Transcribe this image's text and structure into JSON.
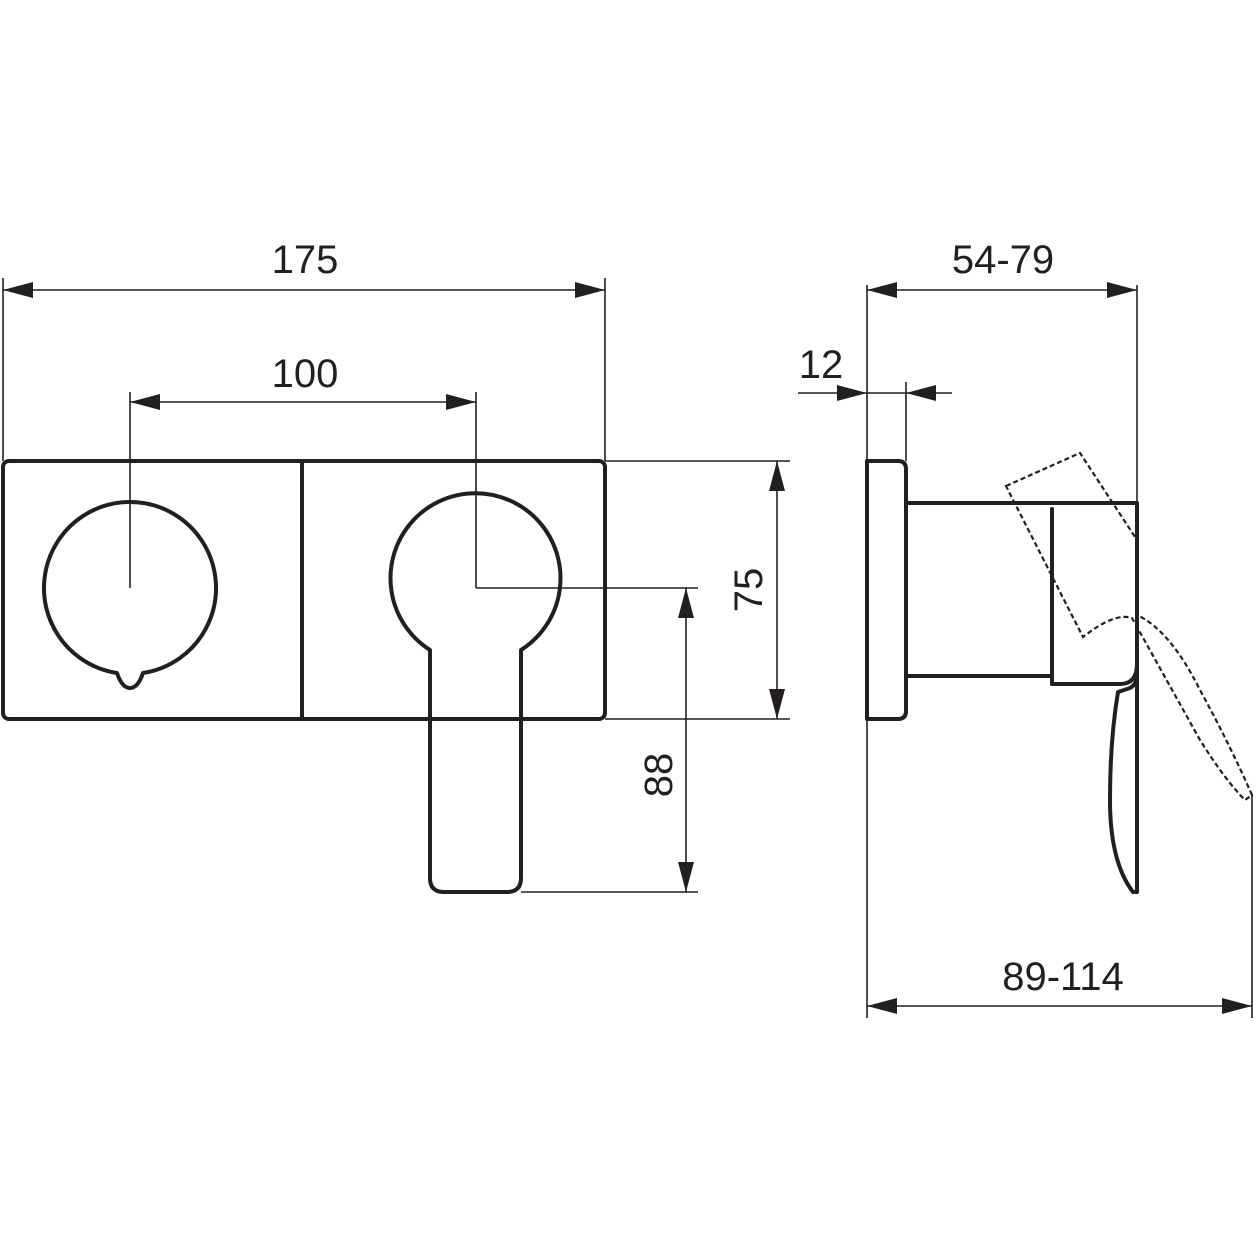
{
  "dimensions": {
    "overall_width": "175",
    "center_distance": "100",
    "height": "75",
    "lever_drop": "88",
    "depth_range": "54-79",
    "plate_thickness": "12",
    "total_depth_range": "89-114"
  }
}
